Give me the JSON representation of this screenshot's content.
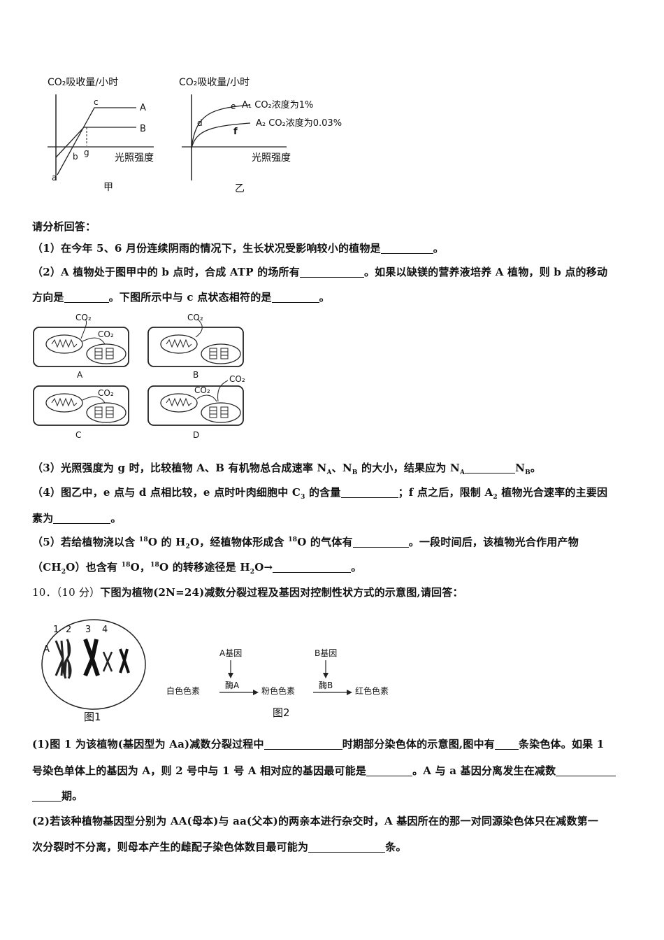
{
  "fig_top": {
    "jia": {
      "ylabel": "CO₂吸收量/小时",
      "xlabel": "光照强度",
      "caption": "甲",
      "pt_a": "a",
      "pt_b": "b",
      "pt_c": "c",
      "pt_g": "g",
      "line_A": "A",
      "line_B": "B"
    },
    "yi": {
      "ylabel": "CO₂吸收量/小时",
      "xlabel": "光照强度",
      "caption": "乙",
      "pt_e": "e",
      "pt_d": "d",
      "pt_f": "f",
      "curve1": "A₁  CO₂浓度为1%",
      "curve2": "A₂  CO₂浓度为0.03%"
    }
  },
  "q9": {
    "intro": "请分析回答：",
    "q1": "（1）在今年 5、6 月份连续阴雨的情况下，生长状况受影响较小的植物是",
    "q1_end": "。",
    "q2a": "（2）A 植物处于图甲中的 b 点时，合成 ATP 的场所有",
    "q2b": "。如果以缺镁的营养液培养 A 植物，则 b 点的移动",
    "q2c": "方向是",
    "q2d": "。下图所示中与 c 点状态相符的是",
    "q2e": "。",
    "q3": "（3）光照强度为 g 时，比较植物 A、B 有机物总合成速率 N",
    "q3_sub_a": "A",
    "q3_mid": "、N",
    "q3_sub_b": "B",
    "q3_tail": " 的大小，结果应为 N",
    "q3_sub_a2": "A",
    "q3_sub_b2": "N",
    "q3_sub_b3": "B",
    "q3_end": "。",
    "q4a": "（4）图乙中，e 点与 d 点相比较，e 点时叶肉细胞中 C",
    "q4a_sub": "3",
    "q4b": " 的含量",
    "q4c": "；f 点之后，限制 A",
    "q4c_sub": "2",
    "q4d": " 植物光合速率的主要因",
    "q4e": "素为",
    "q4f": "。",
    "q5a": "（5）若给植物浇以含 ",
    "q5_sup": "18",
    "q5b": "O 的 H",
    "q5_sub": "2",
    "q5c": "O，经植物体形成含 ",
    "q5d": "O 的气体有",
    "q5e": "。一段时间后，该植物光合作用产物",
    "q5f": "（CH",
    "q5g": "O）也含有 ",
    "q5h": "O，",
    "q5i": "O 的转移途径是 H",
    "q5j": "O→",
    "q5k": "。"
  },
  "cells": {
    "co2": "CO₂",
    "labels": [
      "A",
      "B",
      "C",
      "D"
    ]
  },
  "q10": {
    "number": "10．（10 分）",
    "title": "下图为植物(2N=24)减数分裂过程及基因对控制性状方式的示意图,请回答：",
    "fig1_label": "图1",
    "fig2_label": "图2",
    "chrom_nums": [
      "1",
      "2",
      "3",
      "4"
    ],
    "gene_A": "A",
    "geneA": "A基因",
    "geneB": "B基因",
    "enzymeA": "酶A",
    "enzymeB": "酶B",
    "white": "白色色素",
    "pink": "粉色色素",
    "red": "红色色素",
    "p1a": "(1)图 1 为该植物(基因型为 Aa)减数分裂过程中",
    "p1b": "时期部分染色体的示意图,图中有",
    "p1c": "条染色体。如果 1",
    "p1d": "号染色单体上的基因为 A，则 2 号中与 1 号 A 相对应的基因最可能是",
    "p1e": "。A 与 a 基因分离发生在减数",
    "p1f": "期。",
    "p2a": "(2)若该种植物基因型分别为 AA(母本)与 aa(父本)的两亲本进行杂交时，A 基因所在的那一对同源染色体只在减数第一",
    "p2b": "次分裂时不分离，则母本产生的雌配子染色体数目最可能为",
    "p2c": "条。"
  }
}
